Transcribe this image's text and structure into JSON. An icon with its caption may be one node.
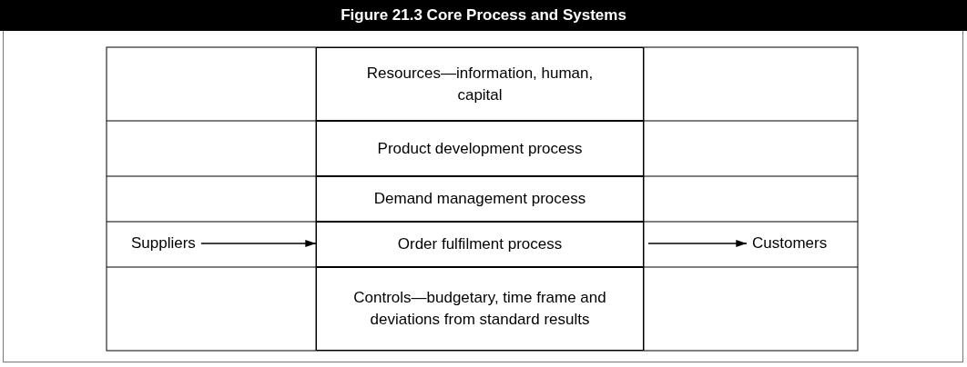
{
  "diagram": {
    "title": "Figure 21.3 Core Process and Systems",
    "nodes": [
      {
        "text": [
          "Resources—information, human, capital"
        ]
      },
      {
        "text": [
          "Product development process"
        ]
      },
      {
        "text": [
          "Demand management process"
        ]
      },
      {
        "text": [
          "Suppliers"
        ]
      },
      {
        "text": [
          "Order fulfilment process"
        ]
      },
      {
        "text": [
          "Customers"
        ]
      },
      {
        "text": [
          "Controls—budgetary, time frame and deviations from standard results"
        ]
      }
    ],
    "edges": [
      {
        "from": 3,
        "to": 4,
        "arrow": "to"
      },
      {
        "from": 4,
        "to": 5,
        "arrow": "to"
      }
    ]
  }
}
